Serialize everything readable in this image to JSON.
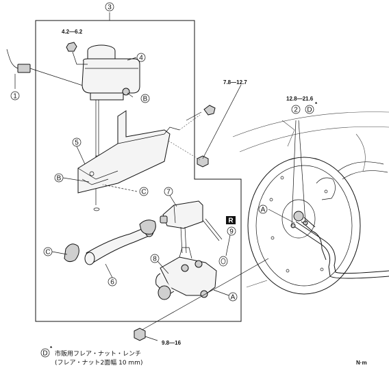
{
  "callouts": {
    "c1": "1",
    "c2": "2",
    "c3": "3",
    "c4": "4",
    "c5": "5",
    "c6": "6",
    "c7": "7",
    "c8": "8",
    "c9": "9"
  },
  "letters": {
    "a1": "A",
    "a2": "A",
    "b1": "B",
    "b2": "B",
    "cc1": "C",
    "cc2": "C",
    "d1": "D",
    "d2": "D",
    "r": "R"
  },
  "torques": {
    "reservoir_nut": "4.2—6.2",
    "bracket_bolt": "7.8—12.7",
    "flare_nut": "12.8—21.6",
    "mount_nut": "9.8—16"
  },
  "notes": {
    "asterisk": "*",
    "tool_line1": "市販用フレア・ナット・レンチ",
    "tool_line2": "(フレア・ナット2面幅 10 mm)",
    "unit": "N·m"
  }
}
